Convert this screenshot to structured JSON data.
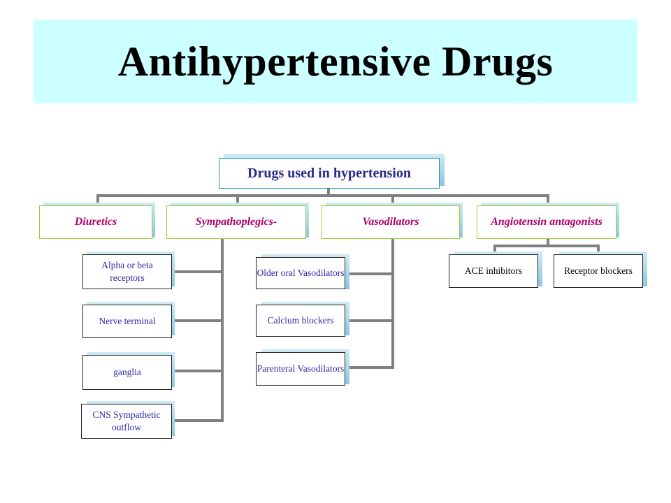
{
  "title": "Antihypertensive Drugs",
  "root": "Drugs used in hypertension",
  "categories": {
    "diuretics": "Diuretics",
    "sympathoplegics": "Sympathoplegics-",
    "vasodilators": "Vasodilators",
    "angiotensin": "Angiotensin antagonists"
  },
  "sympathoplegics_items": [
    "Alpha or beta receptors",
    "Nerve terminal",
    "ganglia",
    "CNS Sympathetic outflow"
  ],
  "vasodilators_items": [
    "Older oral Vasodilators",
    "Calcium blockers",
    "Parenteral Vasodilators"
  ],
  "angiotensin_items": [
    "ACE inhibitors",
    "Receptor blockers"
  ],
  "colors": {
    "title_background": "#ccffff",
    "root_text": "#2a2a8a",
    "root_border": "#1f9a9a",
    "category_text": "#b0006a",
    "category_border": "#99cc33",
    "leaf_text_blue": "#2a2aaa",
    "connector": "#808080"
  }
}
